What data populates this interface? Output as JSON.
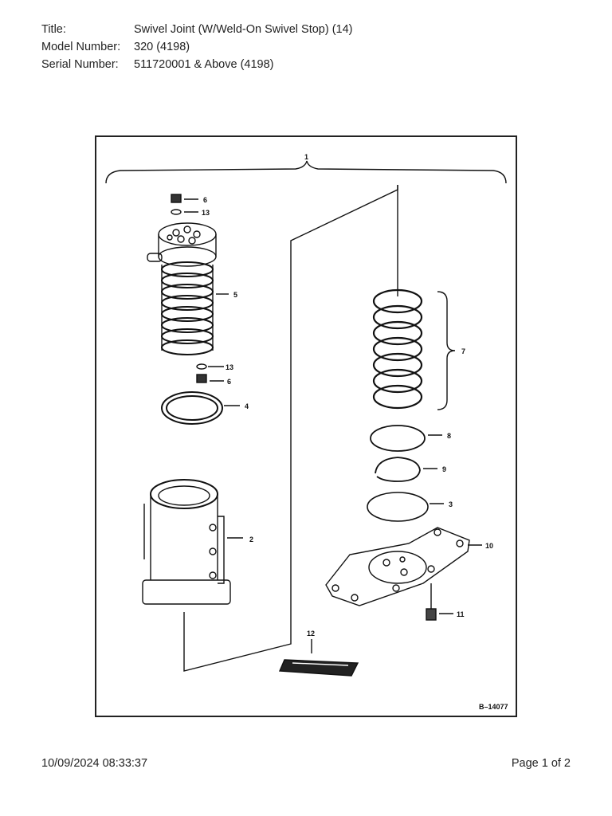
{
  "header": {
    "title_label": "Title:",
    "title_value": "Swivel Joint (W/Weld-On Swivel Stop) (14)",
    "model_label": "Model Number:",
    "model_value": "320 (4198)",
    "serial_label": "Serial Number:",
    "serial_value": "511720001 & Above (4198)"
  },
  "figure": {
    "code": "B–14077",
    "callouts": {
      "c1": "1",
      "c2": "2",
      "c3": "3",
      "c4": "4",
      "c5": "5",
      "c6a": "6",
      "c6b": "6",
      "c7": "7",
      "c8": "8",
      "c9": "9",
      "c10": "10",
      "c11": "11",
      "c12": "12",
      "c13a": "13",
      "c13b": "13"
    }
  },
  "footer": {
    "timestamp": "10/09/2024 08:33:37",
    "page": "Page 1 of 2"
  }
}
